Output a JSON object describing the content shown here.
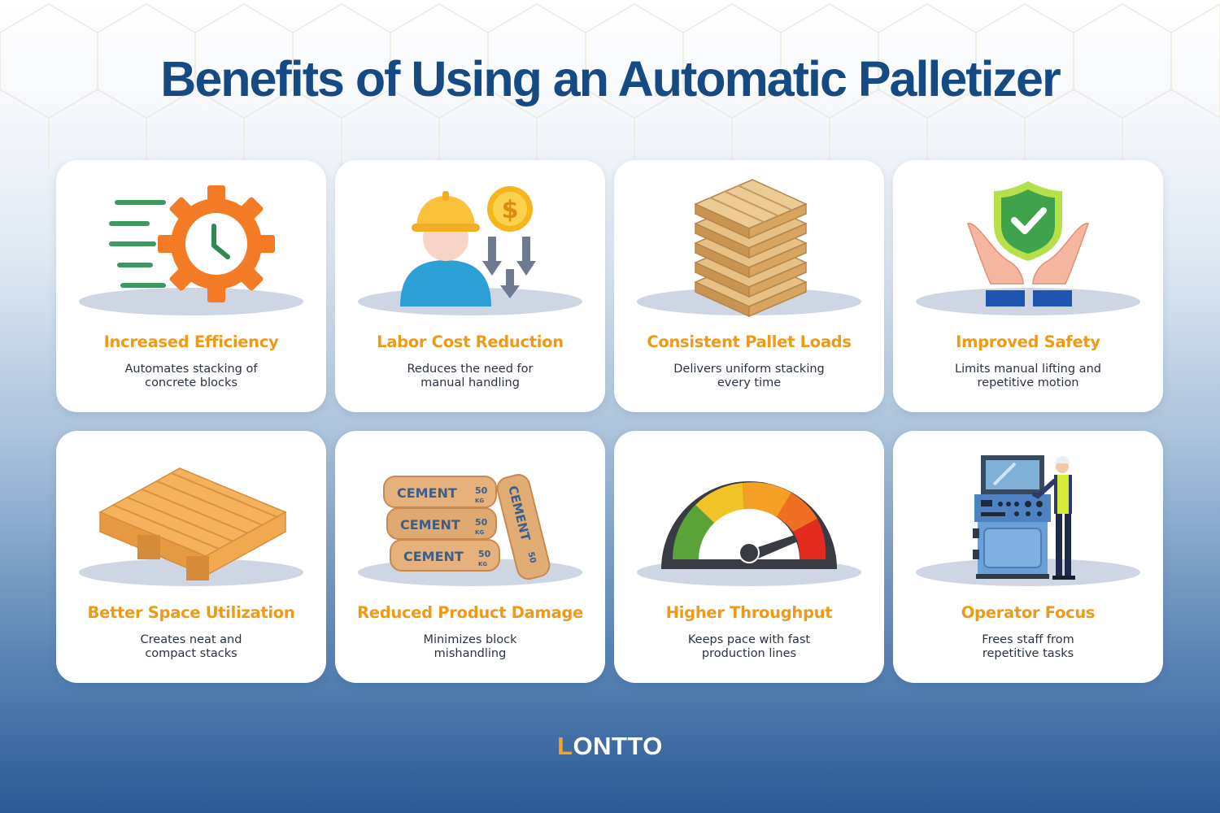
{
  "title": "Benefits of Using an Automatic Palletizer",
  "cards": [
    {
      "title": "Increased Efficiency",
      "desc_l1": "Automates stacking of",
      "desc_l2": "concrete blocks",
      "icon": "gear-clock-icon"
    },
    {
      "title": "Labor Cost Reduction",
      "desc_l1": "Reduces the need for",
      "desc_l2": "manual handling",
      "icon": "worker-cost-icon"
    },
    {
      "title": "Consistent Pallet Loads",
      "desc_l1": "Delivers uniform stacking",
      "desc_l2": "every time",
      "icon": "pallet-stack-icon"
    },
    {
      "title": "Improved Safety",
      "desc_l1": "Limits manual lifting and",
      "desc_l2": "repetitive motion",
      "icon": "shield-hands-icon"
    },
    {
      "title": "Better Space Utilization",
      "desc_l1": "Creates neat and",
      "desc_l2": "compact stacks",
      "icon": "pallet-icon"
    },
    {
      "title": "Reduced Product Damage",
      "desc_l1": "Minimizes block",
      "desc_l2": "mishandling",
      "icon": "cement-bags-icon"
    },
    {
      "title": "Higher Throughput",
      "desc_l1": "Keeps pace with fast",
      "desc_l2": "production lines",
      "icon": "speedometer-icon"
    },
    {
      "title": "Operator Focus",
      "desc_l1": "Frees staff from",
      "desc_l2": "repetitive tasks",
      "icon": "operator-console-icon"
    }
  ],
  "bag_labels": {
    "word": "CEMENT",
    "weight": "50",
    "unit": "KG",
    "dollar": "$"
  },
  "logo": {
    "first": "L",
    "rest": "ONTTO"
  },
  "colors": {
    "title": "#164a82",
    "accent": "#ef9a17",
    "card": "#ffffff",
    "text": "#2b3340"
  }
}
